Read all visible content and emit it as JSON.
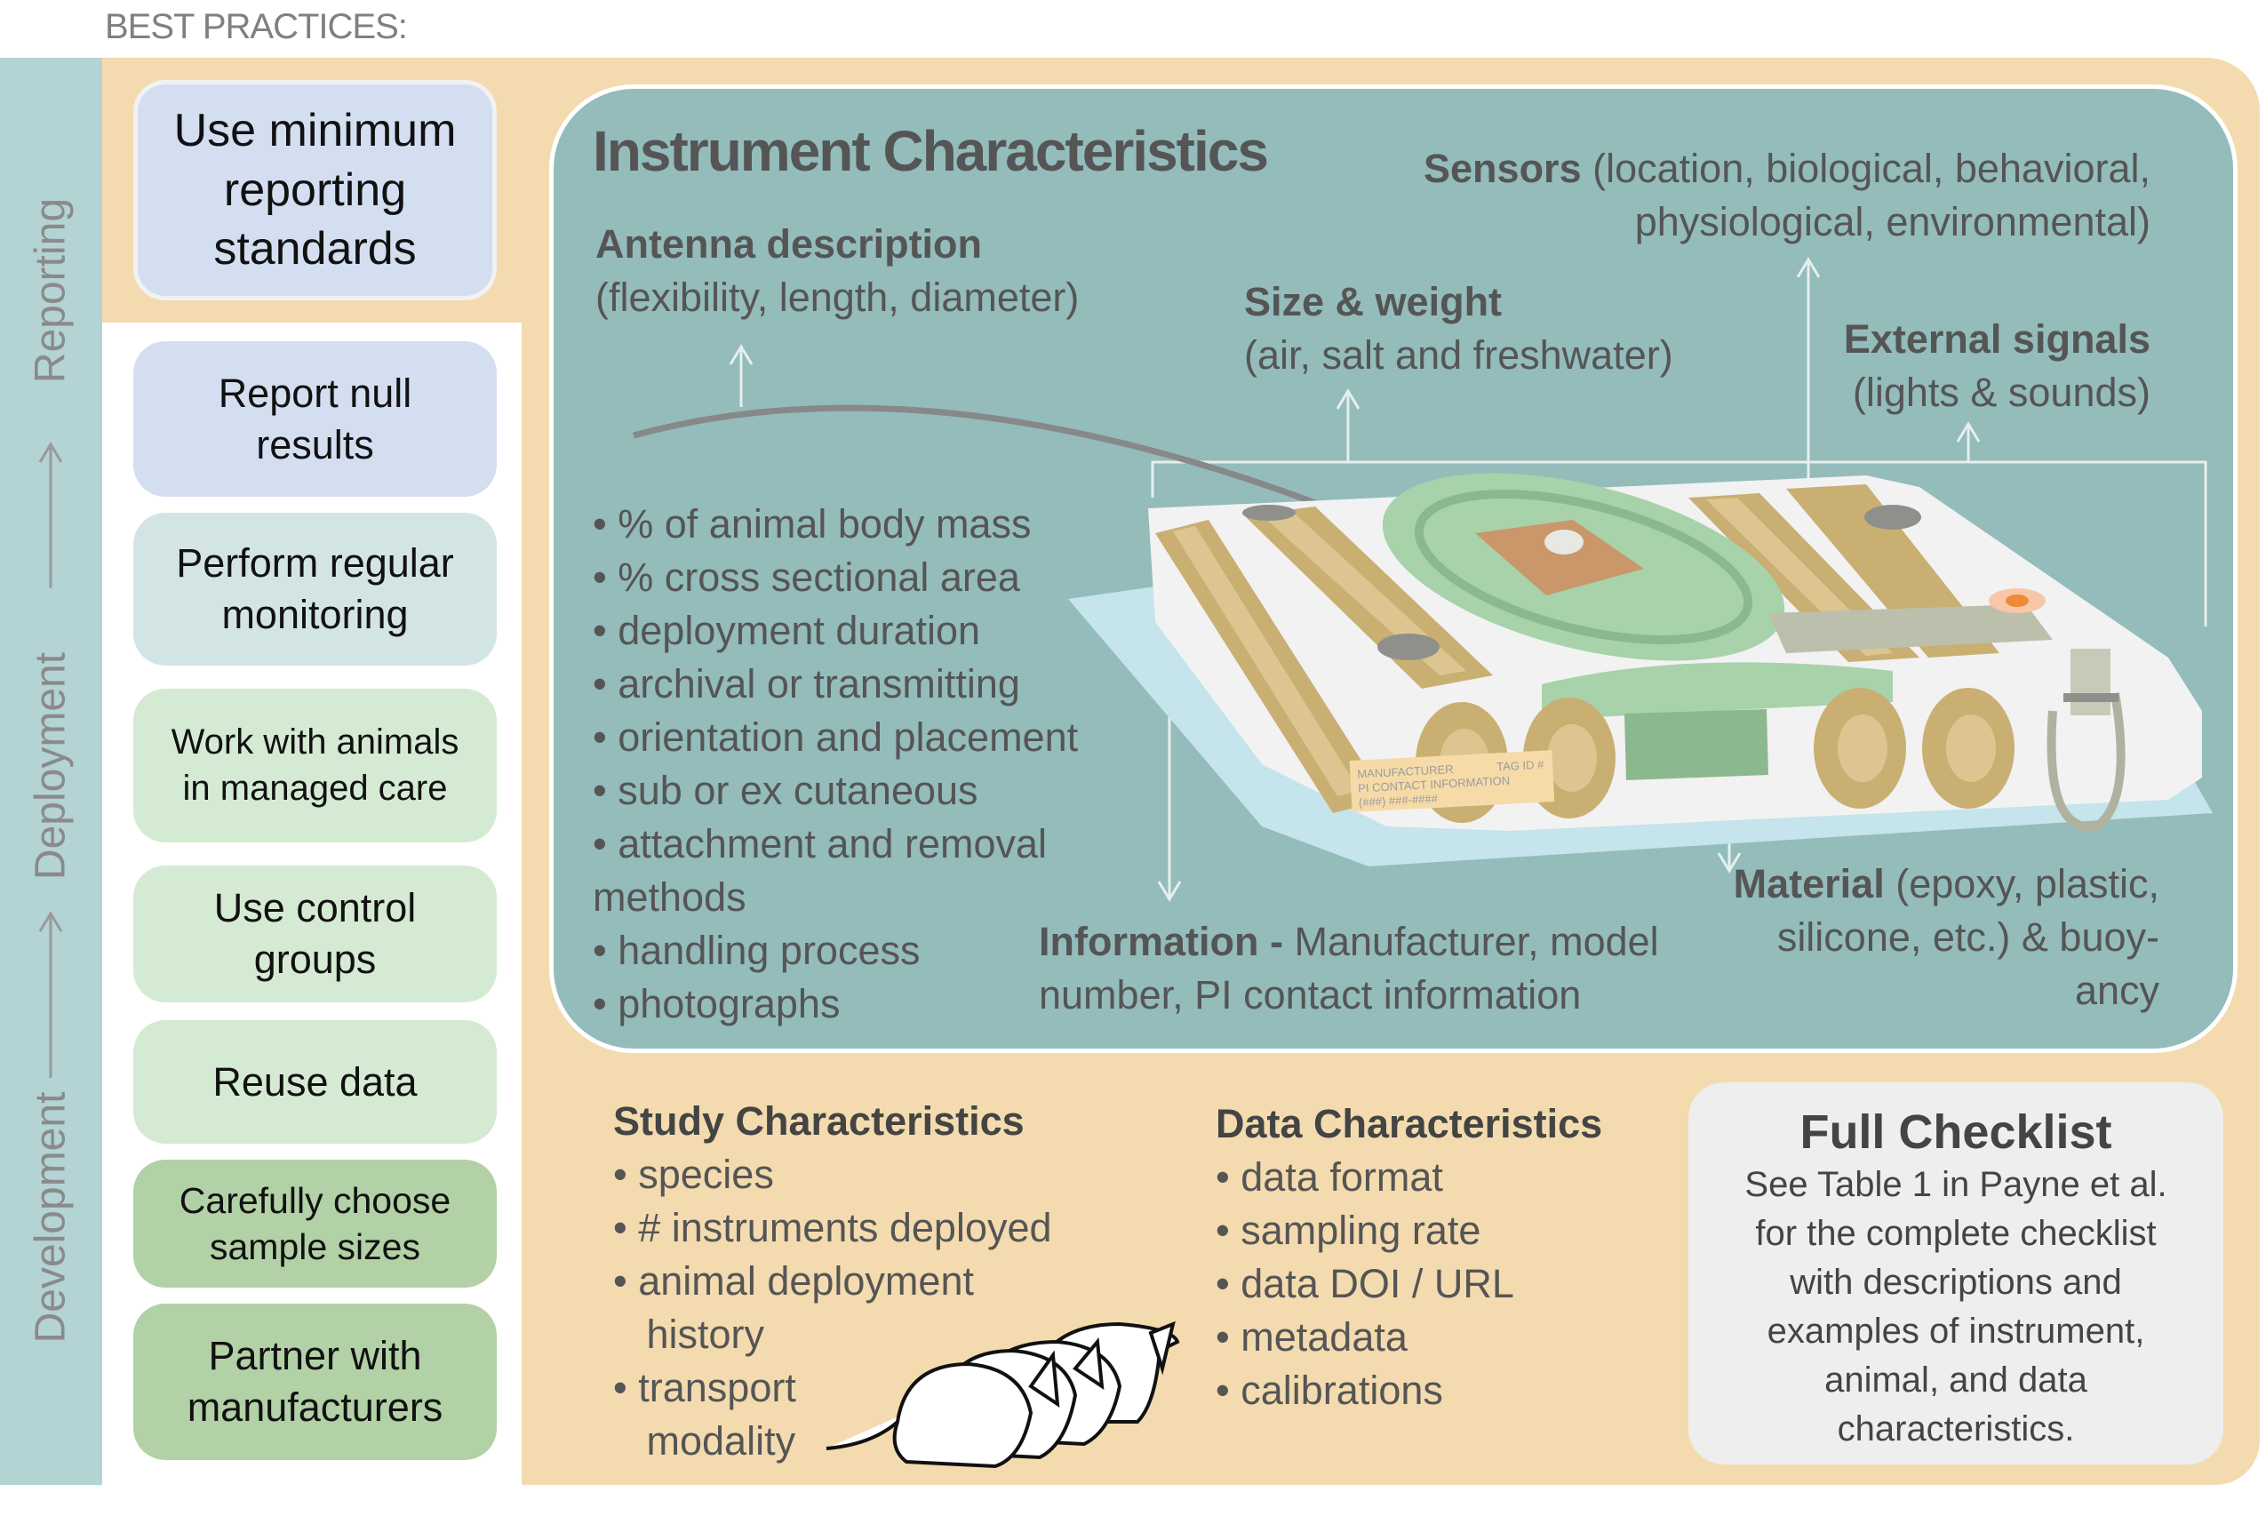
{
  "heading": "BEST PRACTICES:",
  "phases": [
    "Reporting",
    "Deployment",
    "Development"
  ],
  "practices": [
    {
      "label": "Use minimum reporting standards"
    },
    {
      "label": "Report null results"
    },
    {
      "label": "Perform regular monitoring"
    },
    {
      "label": "Work with animals in managed care"
    },
    {
      "label": "Use control groups"
    },
    {
      "label": "Reuse data"
    },
    {
      "label": "Carefully choose sample sizes"
    },
    {
      "label": "Partner with manufacturers"
    }
  ],
  "instrument": {
    "title": "Instrument Characteristics",
    "sensors_bold": "Sensors",
    "sensors_1": "(location, biological, behavioral,",
    "sensors_2": "physiological, environmental)",
    "antenna_bold": "Antenna description",
    "antenna_2": "(flexibility, length, diameter)",
    "size_bold": "Size & weight",
    "size_2": "(air, salt and freshwater)",
    "external_bold": "External signals",
    "external_2": "(lights & sounds)",
    "bullets": [
      "• % of animal body mass",
      "• % cross sectional area",
      "• deployment duration",
      "• archival or transmitting",
      "• orientation and placement",
      "• sub or ex cutaneous",
      "• attachment and removal",
      "methods",
      "• handling process",
      "• photographs"
    ],
    "info_bold": "Information -",
    "info_1": " Manufacturer, model",
    "info_2": "number, PI contact information",
    "material_bold": "Material",
    "material_1": " (epoxy, plastic,",
    "material_2": "silicone, etc.) & buoy-",
    "material_3": "ancy",
    "tag_label": [
      "MANUFACTURER",
      "TAG ID #",
      "PI CONTACT INFORMATION",
      "(###) ###-####"
    ]
  },
  "study": {
    "title": "Study Characteristics",
    "items": [
      "• species",
      "• # instruments deployed",
      "• animal deployment",
      "   history",
      "• transport",
      "   modality"
    ]
  },
  "data_chars": {
    "title": "Data Characteristics",
    "items": [
      "• data format",
      "• sampling rate",
      "• data DOI / URL",
      "• metadata",
      "• calibrations"
    ]
  },
  "checklist": {
    "title": "Full Checklist",
    "body": "See Table 1 in Payne et al.\nfor the complete checklist\nwith descriptions and\nexamples of instrument,\nanimal, and data\ncharacteristics."
  },
  "colors": {
    "band": "#b3d3d5",
    "beige": "#f3dbaf",
    "panel": "#93bcbb",
    "blue": "#d3dff1",
    "green": "#d5ead3",
    "mgreen": "#b2d1a6"
  }
}
